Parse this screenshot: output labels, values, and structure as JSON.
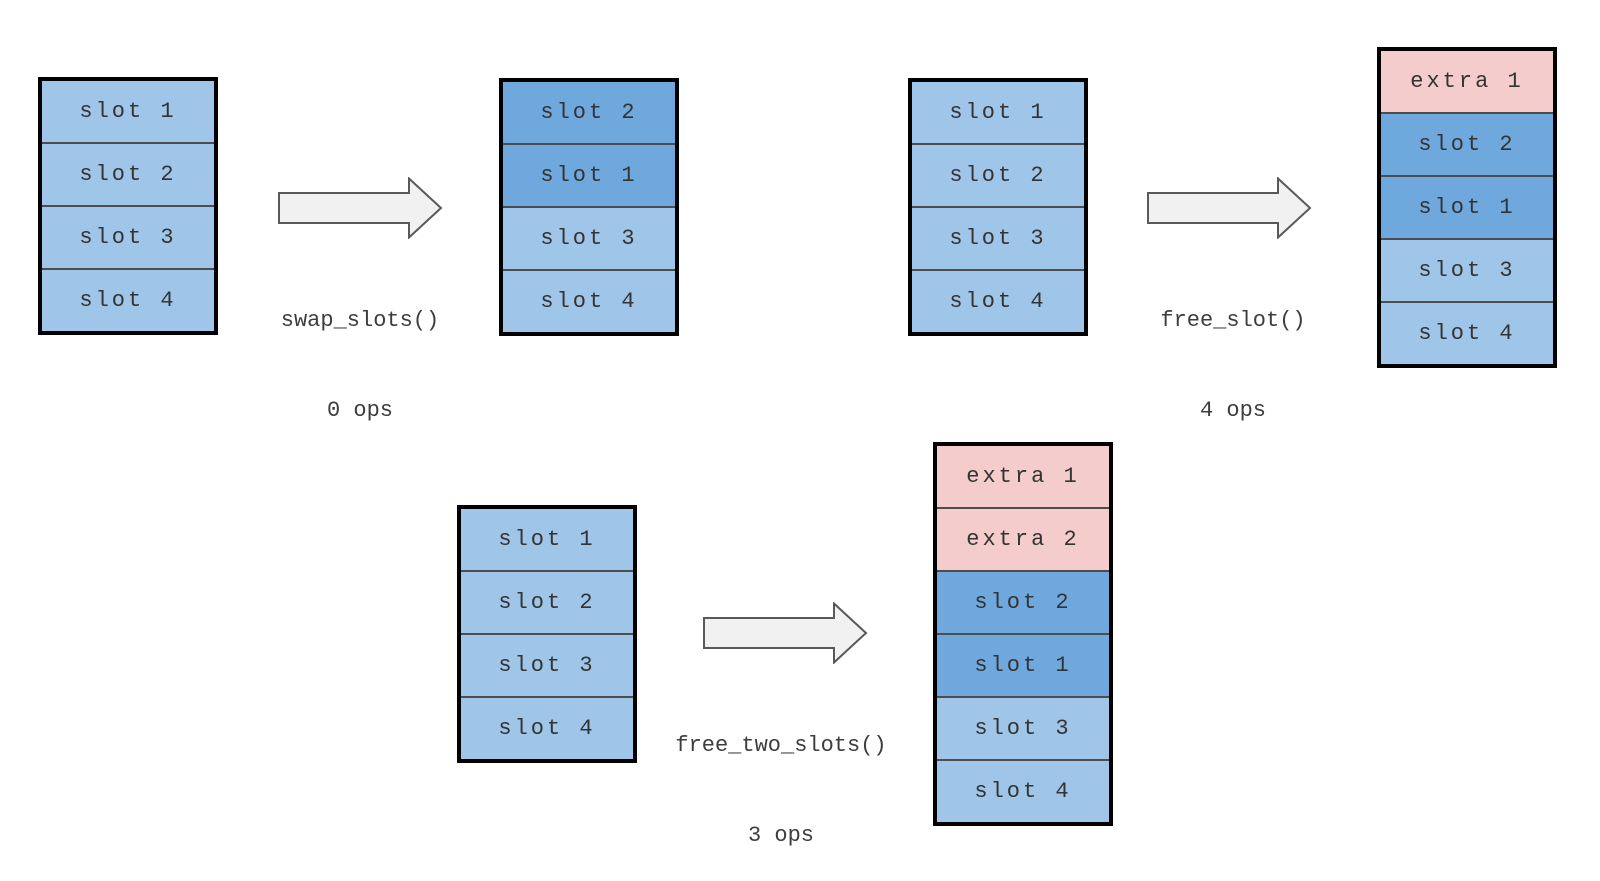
{
  "colors": {
    "background": "#ffffff",
    "slot_light_blue": "#9fc5e8",
    "slot_dark_blue": "#6fa8dc",
    "slot_pink": "#f4cccc",
    "stack_border": "#000000",
    "cell_divider": "#4d4d4d",
    "arrow_fill": "#f1f1f1",
    "arrow_stroke": "#595959",
    "text": "#333333"
  },
  "figures": [
    {
      "name": "swap_slots",
      "operation": {
        "function": "swap_slots()",
        "ops": "0 ops"
      },
      "before": {
        "cells": [
          {
            "label": "slot 1",
            "bg": "#9fc5e8"
          },
          {
            "label": "slot 2",
            "bg": "#9fc5e8"
          },
          {
            "label": "slot 3",
            "bg": "#9fc5e8"
          },
          {
            "label": "slot 4",
            "bg": "#9fc5e8"
          }
        ]
      },
      "after": {
        "cells": [
          {
            "label": "slot 2",
            "bg": "#6fa8dc"
          },
          {
            "label": "slot 1",
            "bg": "#6fa8dc"
          },
          {
            "label": "slot 3",
            "bg": "#9fc5e8"
          },
          {
            "label": "slot 4",
            "bg": "#9fc5e8"
          }
        ]
      }
    },
    {
      "name": "free_slot",
      "operation": {
        "function": "free_slot()",
        "ops": "4 ops"
      },
      "before": {
        "cells": [
          {
            "label": "slot 1",
            "bg": "#9fc5e8"
          },
          {
            "label": "slot 2",
            "bg": "#9fc5e8"
          },
          {
            "label": "slot 3",
            "bg": "#9fc5e8"
          },
          {
            "label": "slot 4",
            "bg": "#9fc5e8"
          }
        ]
      },
      "after": {
        "cells": [
          {
            "label": "extra 1",
            "bg": "#f4cccc"
          },
          {
            "label": "slot 2",
            "bg": "#6fa8dc"
          },
          {
            "label": "slot 1",
            "bg": "#6fa8dc"
          },
          {
            "label": "slot 3",
            "bg": "#9fc5e8"
          },
          {
            "label": "slot 4",
            "bg": "#9fc5e8"
          }
        ]
      }
    },
    {
      "name": "free_two_slots",
      "operation": {
        "function": "free_two_slots()",
        "ops": "3 ops"
      },
      "before": {
        "cells": [
          {
            "label": "slot 1",
            "bg": "#9fc5e8"
          },
          {
            "label": "slot 2",
            "bg": "#9fc5e8"
          },
          {
            "label": "slot 3",
            "bg": "#9fc5e8"
          },
          {
            "label": "slot 4",
            "bg": "#9fc5e8"
          }
        ]
      },
      "after": {
        "cells": [
          {
            "label": "extra 1",
            "bg": "#f4cccc"
          },
          {
            "label": "extra 2",
            "bg": "#f4cccc"
          },
          {
            "label": "slot 2",
            "bg": "#6fa8dc"
          },
          {
            "label": "slot 1",
            "bg": "#6fa8dc"
          },
          {
            "label": "slot 3",
            "bg": "#9fc5e8"
          },
          {
            "label": "slot 4",
            "bg": "#9fc5e8"
          }
        ]
      }
    }
  ]
}
